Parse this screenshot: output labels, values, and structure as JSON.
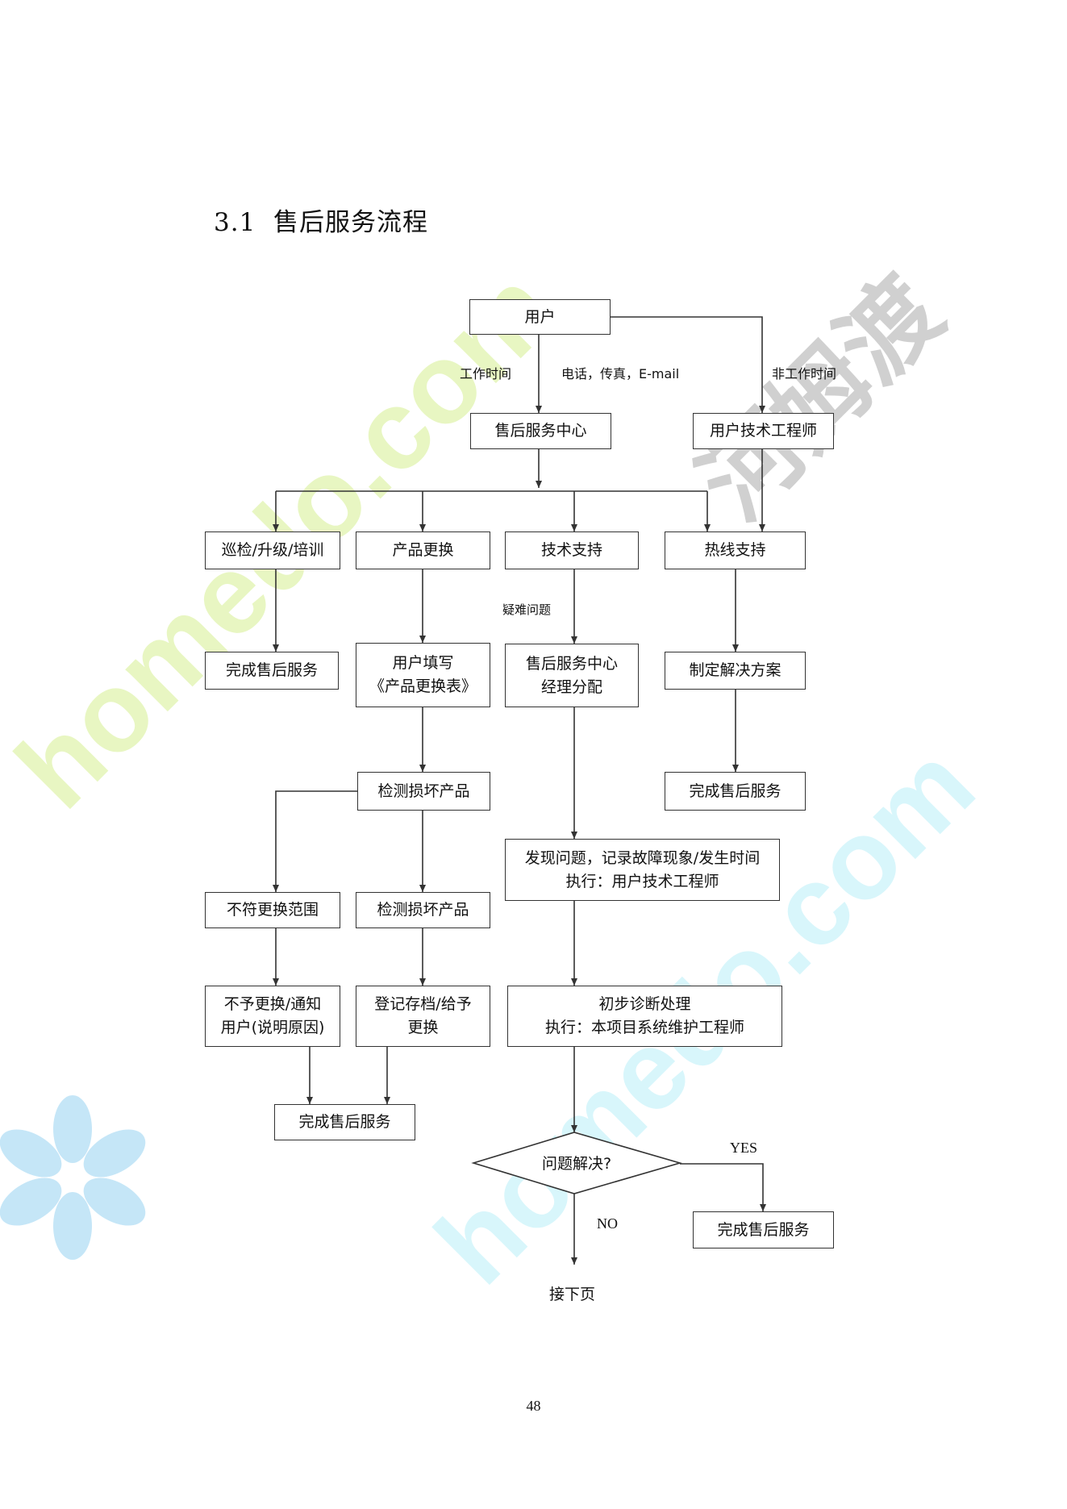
{
  "page_title": "3.1  售后服务流程",
  "page_number": "48",
  "watermark": {
    "text_primary": "homedo.com",
    "text_secondary": "homedo.com",
    "brand_chars": "河姆渡",
    "green": "#e4f5b8",
    "cyan": "#ccf3fa",
    "grey": "#c8c8c8",
    "flower_blue": "#bfe4f7"
  },
  "nodes": {
    "user": "用户",
    "service_center": "售后服务中心",
    "user_tech_engineer": "用户技术工程师",
    "inspect_upgrade_train": "巡检/升级/培训",
    "product_replace": "产品更换",
    "tech_support": "技术支持",
    "hotline_support": "热线支持",
    "complete_1": "完成售后服务",
    "fill_form_line1": "用户填写",
    "fill_form_line2": "《产品更换表》",
    "manager_assign_line1": "售后服务中心",
    "manager_assign_line2": "经理分配",
    "make_solution": "制定解决方案",
    "complete_hotline": "完成售后服务",
    "inspect_damaged_1": "检测损坏产品",
    "find_problem_line1": "发现问题，记录故障现象/发生时间",
    "find_problem_line2": "执行：用户技术工程师",
    "out_of_scope": "不符更换范围",
    "inspect_damaged_2": "检测损坏产品",
    "no_replace_line1": "不予更换/通知",
    "no_replace_line2": "用户(说明原因)",
    "register_line1": "登记存档/给予",
    "register_line2": "更换",
    "initial_diag_line1": "初步诊断处理",
    "initial_diag_line2": "执行：本项目系统维护工程师",
    "complete_2": "完成售后服务",
    "resolved": "问题解决?",
    "complete_yes": "完成售后服务",
    "next_page": "接下页"
  },
  "edge_labels": {
    "work_time": "工作时间",
    "contact": "电话，传真，E-mail",
    "non_work_time": "非工作时间",
    "difficult": "疑难问题",
    "yes": "YES",
    "no": "NO"
  },
  "colors": {
    "line": "#333333",
    "box_border": "#333333",
    "text": "#111111"
  }
}
